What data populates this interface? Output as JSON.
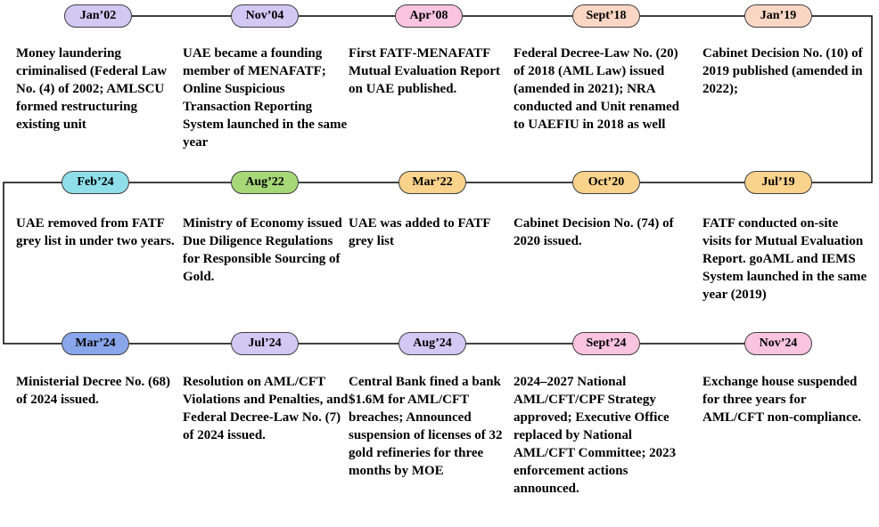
{
  "colors": {
    "line": "#000000",
    "pill_border": "#3f3f3f",
    "purple": "#d2c8f4",
    "pink": "#f9c4e0",
    "peach": "#fbd6c4",
    "cyan": "#8fdfea",
    "green": "#a6d878",
    "yellow": "#f9d28c",
    "blue": "#8aa6ea"
  },
  "events": [
    {
      "date": "Jan’02",
      "color": "#d2c8f4",
      "text": "Money laundering criminalised (Federal Law No. (4) of 2002; AMLSCU formed restructuring existing unit"
    },
    {
      "date": "Nov’04",
      "color": "#d2c8f4",
      "text": "UAE became a founding member of MENAFATF; Online Suspicious Transaction Reporting System launched in the same year"
    },
    {
      "date": "Apr’08",
      "color": "#f9c4e0",
      "text": "First FATF-MENAFATF Mutual Evaluation Report on UAE published."
    },
    {
      "date": "Sept’18",
      "color": "#fbd6c4",
      "text": "Federal Decree-Law No. (20) of 2018 (AML Law) issued (amended in 2021); NRA conducted and Unit renamed to UAEFIU in 2018 as well"
    },
    {
      "date": "Jan’19",
      "color": "#fbd6c4",
      "text": "Cabinet Decision No. (10) of 2019 published (amended in 2022);"
    },
    {
      "date": "Feb’24",
      "color": "#8fdfea",
      "text": "UAE removed from FATF grey list in under two years."
    },
    {
      "date": "Aug’22",
      "color": "#a6d878",
      "text": "Ministry of Economy issued Due Diligence Regulations for Responsible Sourcing of Gold."
    },
    {
      "date": "Mar’22",
      "color": "#f9d28c",
      "text": "UAE was added to FATF grey list"
    },
    {
      "date": "Oct’20",
      "color": "#f9d28c",
      "text": "Cabinet Decision No. (74) of 2020 issued."
    },
    {
      "date": "Jul’19",
      "color": "#f9d28c",
      "text": "FATF conducted on-site visits for Mutual Evaluation Report. goAML and IEMS System launched in the same year (2019)"
    },
    {
      "date": "Mar’24",
      "color": "#8aa6ea",
      "text": "Ministerial Decree No. (68) of 2024 issued."
    },
    {
      "date": "Jul’24",
      "color": "#d2c8f4",
      "text": "Resolution on AML/CFT Violations and Penalties, and Federal Decree-Law No. (7) of 2024 issued."
    },
    {
      "date": "Aug’24",
      "color": "#d2c8f4",
      "text": "Central Bank fined a bank $1.6M for AML/CFT breaches; Announced suspension of licenses of 32 gold refineries for three months by MOE"
    },
    {
      "date": "Sept’24",
      "color": "#f9c4e0",
      "text": "2024–2027 National AML/CFT/CPF Strategy approved; Executive Office replaced by National AML/CFT Committee; 2023 enforcement actions announced."
    },
    {
      "date": "Nov’24",
      "color": "#f9c4e0",
      "text": "Exchange house suspended for three years for AML/CFT non-compliance."
    }
  ]
}
